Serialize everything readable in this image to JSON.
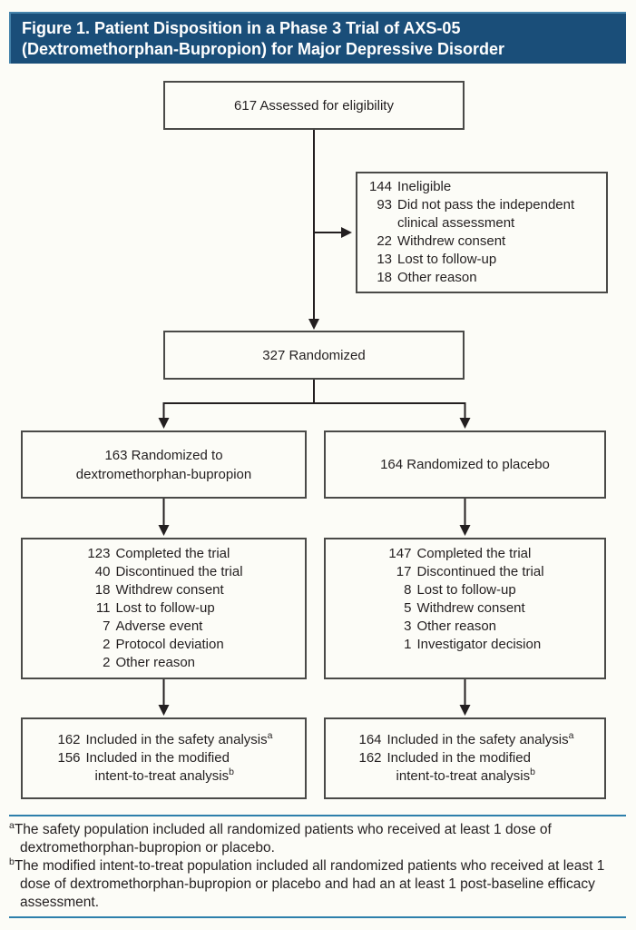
{
  "figure": {
    "title_line1": "Figure 1. Patient Disposition in a Phase 3 Trial of AXS-05",
    "title_line2": "(Dextromethorphan-Bupropion) for Major Depressive Disorder"
  },
  "colors": {
    "header_bg": "#1a4e79",
    "header_edge": "#4583ab",
    "rule_blue": "#2d7fab",
    "box_border": "#4a4a48",
    "text": "#231f20",
    "page_bg": "#fcfcf7"
  },
  "flow": {
    "assessed": {
      "label": "617 Assessed for eligibility"
    },
    "ineligible": {
      "rows": [
        {
          "num": "144",
          "text": "Ineligible"
        },
        {
          "num": "93",
          "text": "Did not pass the independent"
        },
        {
          "num": "",
          "text": "clinical assessment"
        },
        {
          "num": "22",
          "text": "Withdrew consent"
        },
        {
          "num": "13",
          "text": "Lost to follow-up"
        },
        {
          "num": "18",
          "text": "Other reason"
        }
      ]
    },
    "randomized": {
      "label": "327 Randomized"
    },
    "arm_left": {
      "lines": [
        {
          "text": "163 Randomized to"
        },
        {
          "text": "dextromethorphan-bupropion"
        }
      ]
    },
    "arm_right": {
      "lines": [
        {
          "text": "164 Randomized to placebo"
        }
      ]
    },
    "outcomes_left": {
      "rows": [
        {
          "num": "123",
          "text": "Completed the trial"
        },
        {
          "num": "40",
          "text": "Discontinued the trial"
        },
        {
          "num": "18",
          "text": "Withdrew consent"
        },
        {
          "num": "11",
          "text": "Lost to follow-up"
        },
        {
          "num": "7",
          "text": "Adverse event"
        },
        {
          "num": "2",
          "text": "Protocol deviation"
        },
        {
          "num": "2",
          "text": "Other reason"
        }
      ]
    },
    "outcomes_right": {
      "rows": [
        {
          "num": "147",
          "text": "Completed the trial"
        },
        {
          "num": "17",
          "text": "Discontinued the trial"
        },
        {
          "num": "8",
          "text": "Lost to follow-up"
        },
        {
          "num": "5",
          "text": "Withdrew consent"
        },
        {
          "num": "3",
          "text": "Other reason"
        },
        {
          "num": "1",
          "text": "Investigator decision"
        }
      ]
    },
    "analysis_left": {
      "rows": [
        {
          "num": "162",
          "text": "Included in the safety analysis",
          "sup": "a"
        },
        {
          "num": "156",
          "text": "Included in the modified"
        },
        {
          "num": "",
          "text": "intent-to-treat analysis",
          "sup": "b",
          "cls": "cont"
        }
      ]
    },
    "analysis_right": {
      "rows": [
        {
          "num": "164",
          "text": "Included in the safety analysis",
          "sup": "a"
        },
        {
          "num": "162",
          "text": "Included in the modified"
        },
        {
          "num": "",
          "text": "intent-to-treat analysis",
          "sup": "b",
          "cls": "cont"
        }
      ]
    }
  },
  "footnotes": [
    {
      "marker": "a",
      "text": "The safety population included all randomized patients who received at least 1 dose of dextromethorphan-bupropion or placebo."
    },
    {
      "marker": "b",
      "text": "The modified intent-to-treat population included all randomized patients who received at least 1 dose of dextromethorphan-bupropion or placebo and had an at least 1 post-baseline efficacy assessment."
    }
  ]
}
